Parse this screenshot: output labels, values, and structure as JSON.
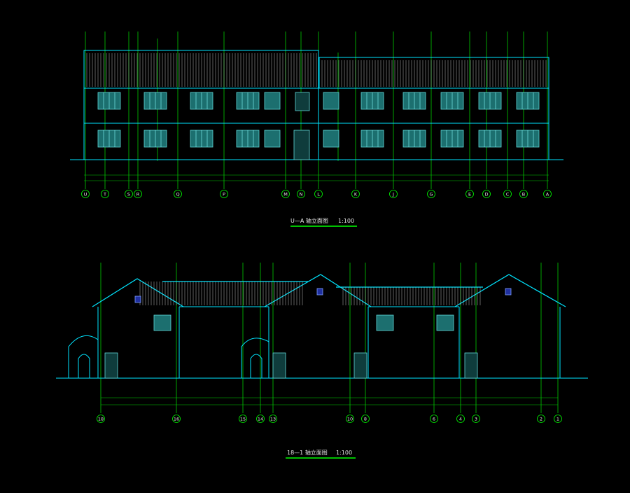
{
  "drawing": {
    "colors": {
      "background": "#000000",
      "grid": "#00ff00",
      "outline": "#00e5ff",
      "roof": "#c8c8c8",
      "window": "#5fd7d7",
      "text": "#e6e6e6",
      "accent": "#3a6bff"
    },
    "elevation_1": {
      "title": "U—A 轴立面图",
      "scale": "1:100",
      "axis_labels": [
        "U",
        "T",
        "S",
        "R",
        "Q",
        "P",
        "M",
        "N",
        "L",
        "K",
        "J",
        "G",
        "E",
        "D",
        "C",
        "B",
        "A"
      ]
    },
    "elevation_2": {
      "title": "18—1 轴立面图",
      "scale": "1:100",
      "axis_labels": [
        "18",
        "16",
        "15",
        "14",
        "13",
        "10",
        "8",
        "6",
        "4",
        "3",
        "2",
        "1"
      ]
    }
  }
}
